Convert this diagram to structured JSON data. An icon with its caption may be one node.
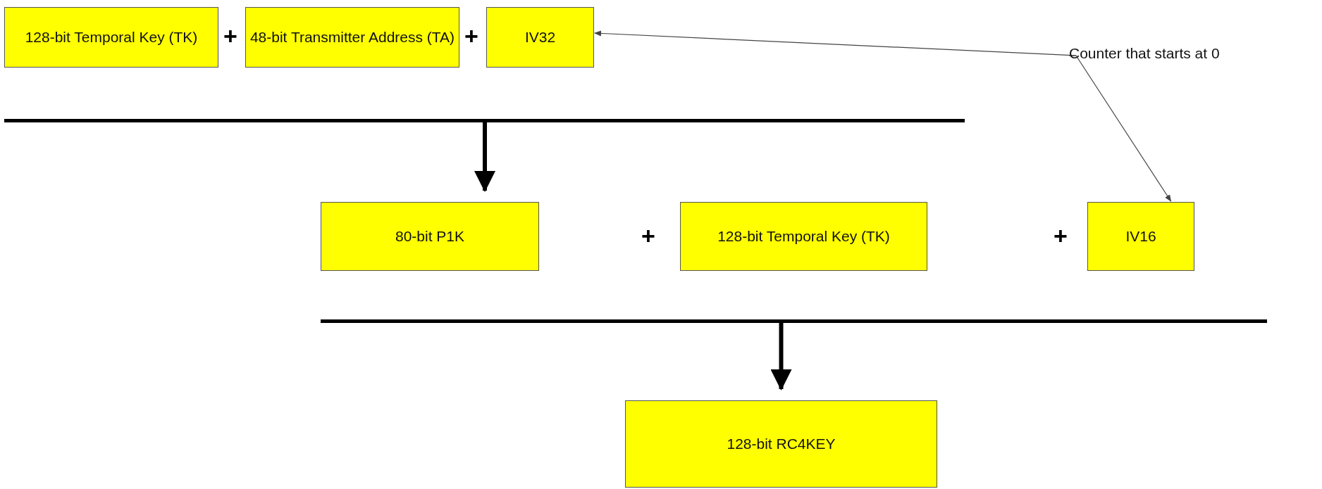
{
  "diagram": {
    "nodes": [
      {
        "text": [
          "128-bit Temporal Key (TK)"
        ]
      },
      {
        "text": [
          "48-bit Transmitter Address (TA)"
        ]
      },
      {
        "text": [
          "IV32"
        ]
      },
      {
        "text": [
          "80-bit P1K"
        ]
      },
      {
        "text": [
          "128-bit Temporal Key (TK)"
        ]
      },
      {
        "text": [
          "IV16"
        ]
      },
      {
        "text": [
          "128-bit RC4KEY"
        ]
      },
      {
        "text": [
          "Counter that starts at 0"
        ]
      },
      {
        "text": [],
        "shape": "bar"
      },
      {
        "text": [],
        "shape": "bar"
      }
    ],
    "edges": [
      {
        "from": 7,
        "to": 2,
        "arrow": "to"
      },
      {
        "from": 7,
        "to": 5,
        "arrow": "to"
      },
      {
        "from": 8,
        "to": 3,
        "arrow": "to",
        "style": "thick",
        "color": "#000000"
      },
      {
        "from": 9,
        "to": 6,
        "arrow": "to",
        "style": "thick",
        "color": "#000000"
      }
    ],
    "labels": [
      "+",
      "+",
      "+",
      "+"
    ]
  }
}
